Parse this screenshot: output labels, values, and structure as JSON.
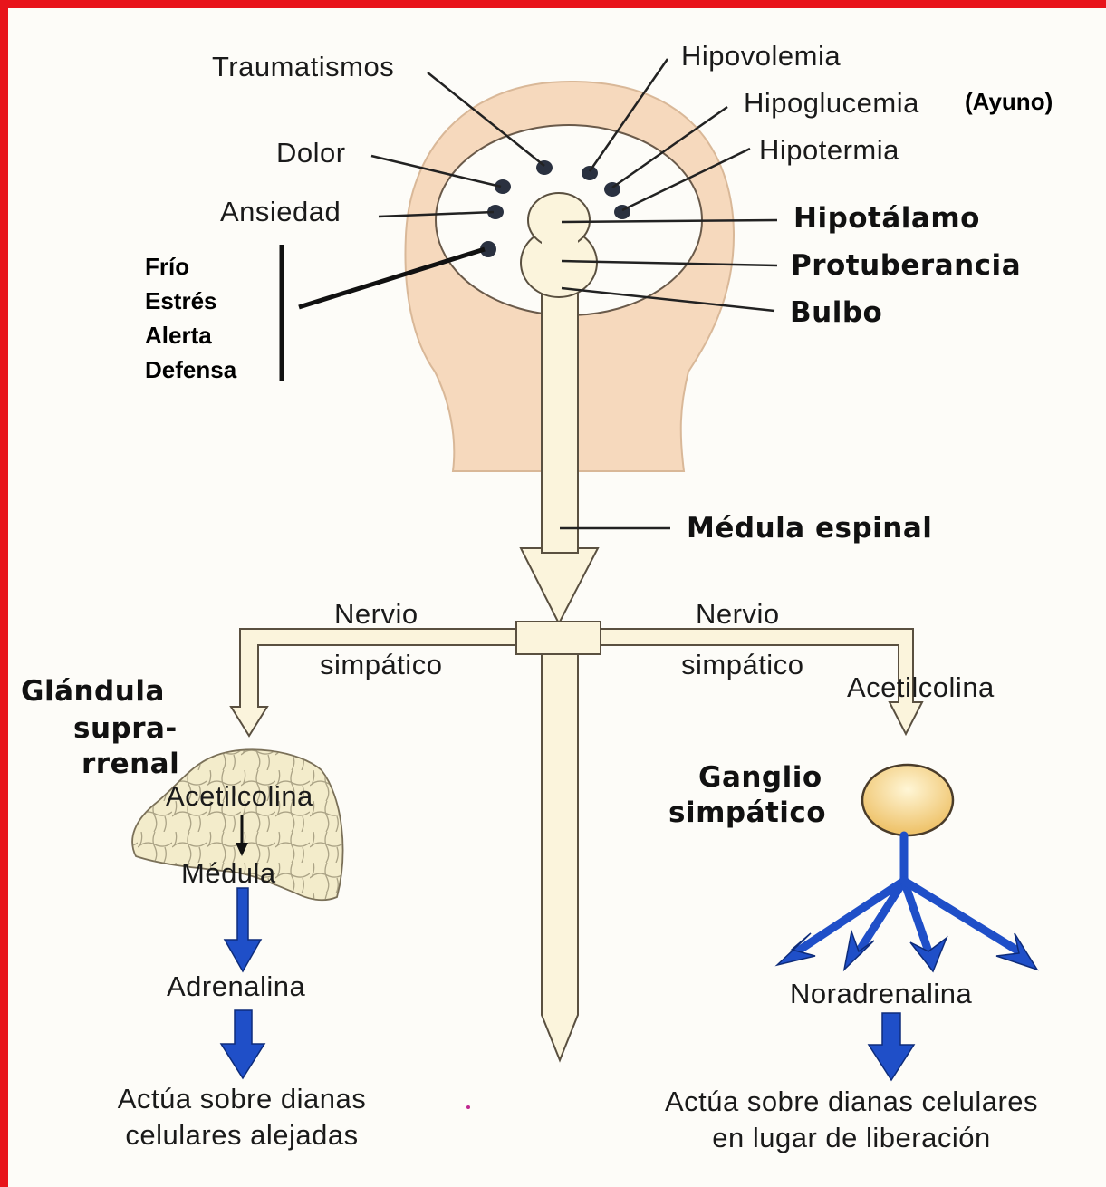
{
  "colors": {
    "frame": "#e8141b",
    "head_fill": "#f6d9bd",
    "spine_fill": "#fbf4dc",
    "spine_stroke": "#5a5040",
    "ganglion_fill": "#f7d48a",
    "blue_arrow": "#1f4fc8",
    "gland_fill": "#f3eccb"
  },
  "stimuli": {
    "traumatismos": "Traumatismos",
    "dolor": "Dolor",
    "ansiedad": "Ansiedad",
    "hipovolemia": "Hipovolemia",
    "hipoglucemia": "Hipoglucemia",
    "ayuno": "(Ayuno)",
    "hipotermia": "Hipotermia"
  },
  "other_stimuli": [
    "Frío",
    "Estrés",
    "Alerta",
    "Defensa"
  ],
  "brain": {
    "hipotalamo": "Hipotálamo",
    "protuberancia": "Protuberancia",
    "bulbo": "Bulbo",
    "medula_espinal": "Médula espinal"
  },
  "left_branch": {
    "nervio": "Nervio",
    "simpatico": "simpático",
    "gland_title_lines": [
      "Glándula",
      "supra-",
      "rrenal"
    ],
    "acetilcolina": "Acetilcolina",
    "medula": "Médula",
    "hormone": "Adrenalina",
    "effect_lines": [
      "Actúa sobre dianas",
      "celulares alejadas"
    ]
  },
  "right_branch": {
    "nervio": "Nervio",
    "simpatico": "simpático",
    "acetilcolina": "Acetilcolina",
    "ganglion_title_lines": [
      "Ganglio",
      "simpático"
    ],
    "hormone": "Noradrenalina",
    "effect_lines": [
      "Actúa sobre dianas celulares",
      "en lugar de liberación"
    ]
  }
}
